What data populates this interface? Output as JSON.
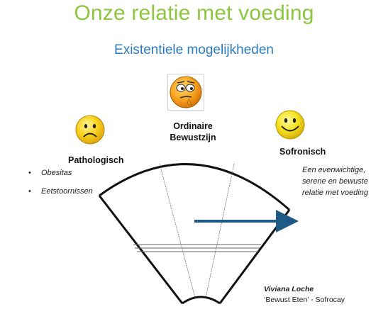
{
  "title": "Onze relatie met voeding",
  "subtitle": "Existentiele mogelijkheden",
  "states": {
    "ordinaire_line1": "Ordinaire",
    "ordinaire_line2": "Bewustzijn",
    "pathologisch": "Pathologisch",
    "sofronisch": "Sofronisch"
  },
  "pathologisch_items": [
    "Obesitas",
    "Eetstoornissen"
  ],
  "sofronisch_description": "Een evenwichtige, serene en bewuste relatie met voeding",
  "credit": {
    "name": "Viviana Loche",
    "source": "‘Bewust Eten’ - Sofrocay"
  },
  "colors": {
    "title": "#8dc63f",
    "subtitle": "#2b7bbf",
    "arrow": "#1f5a86",
    "smiley_yellow": "#f7d21c",
    "smiley_orange": "#f29a1a"
  },
  "icons": {
    "pathologisch": "sad-face-icon",
    "ordinaire": "confused-face-icon",
    "sofronisch": "happy-face-icon"
  }
}
